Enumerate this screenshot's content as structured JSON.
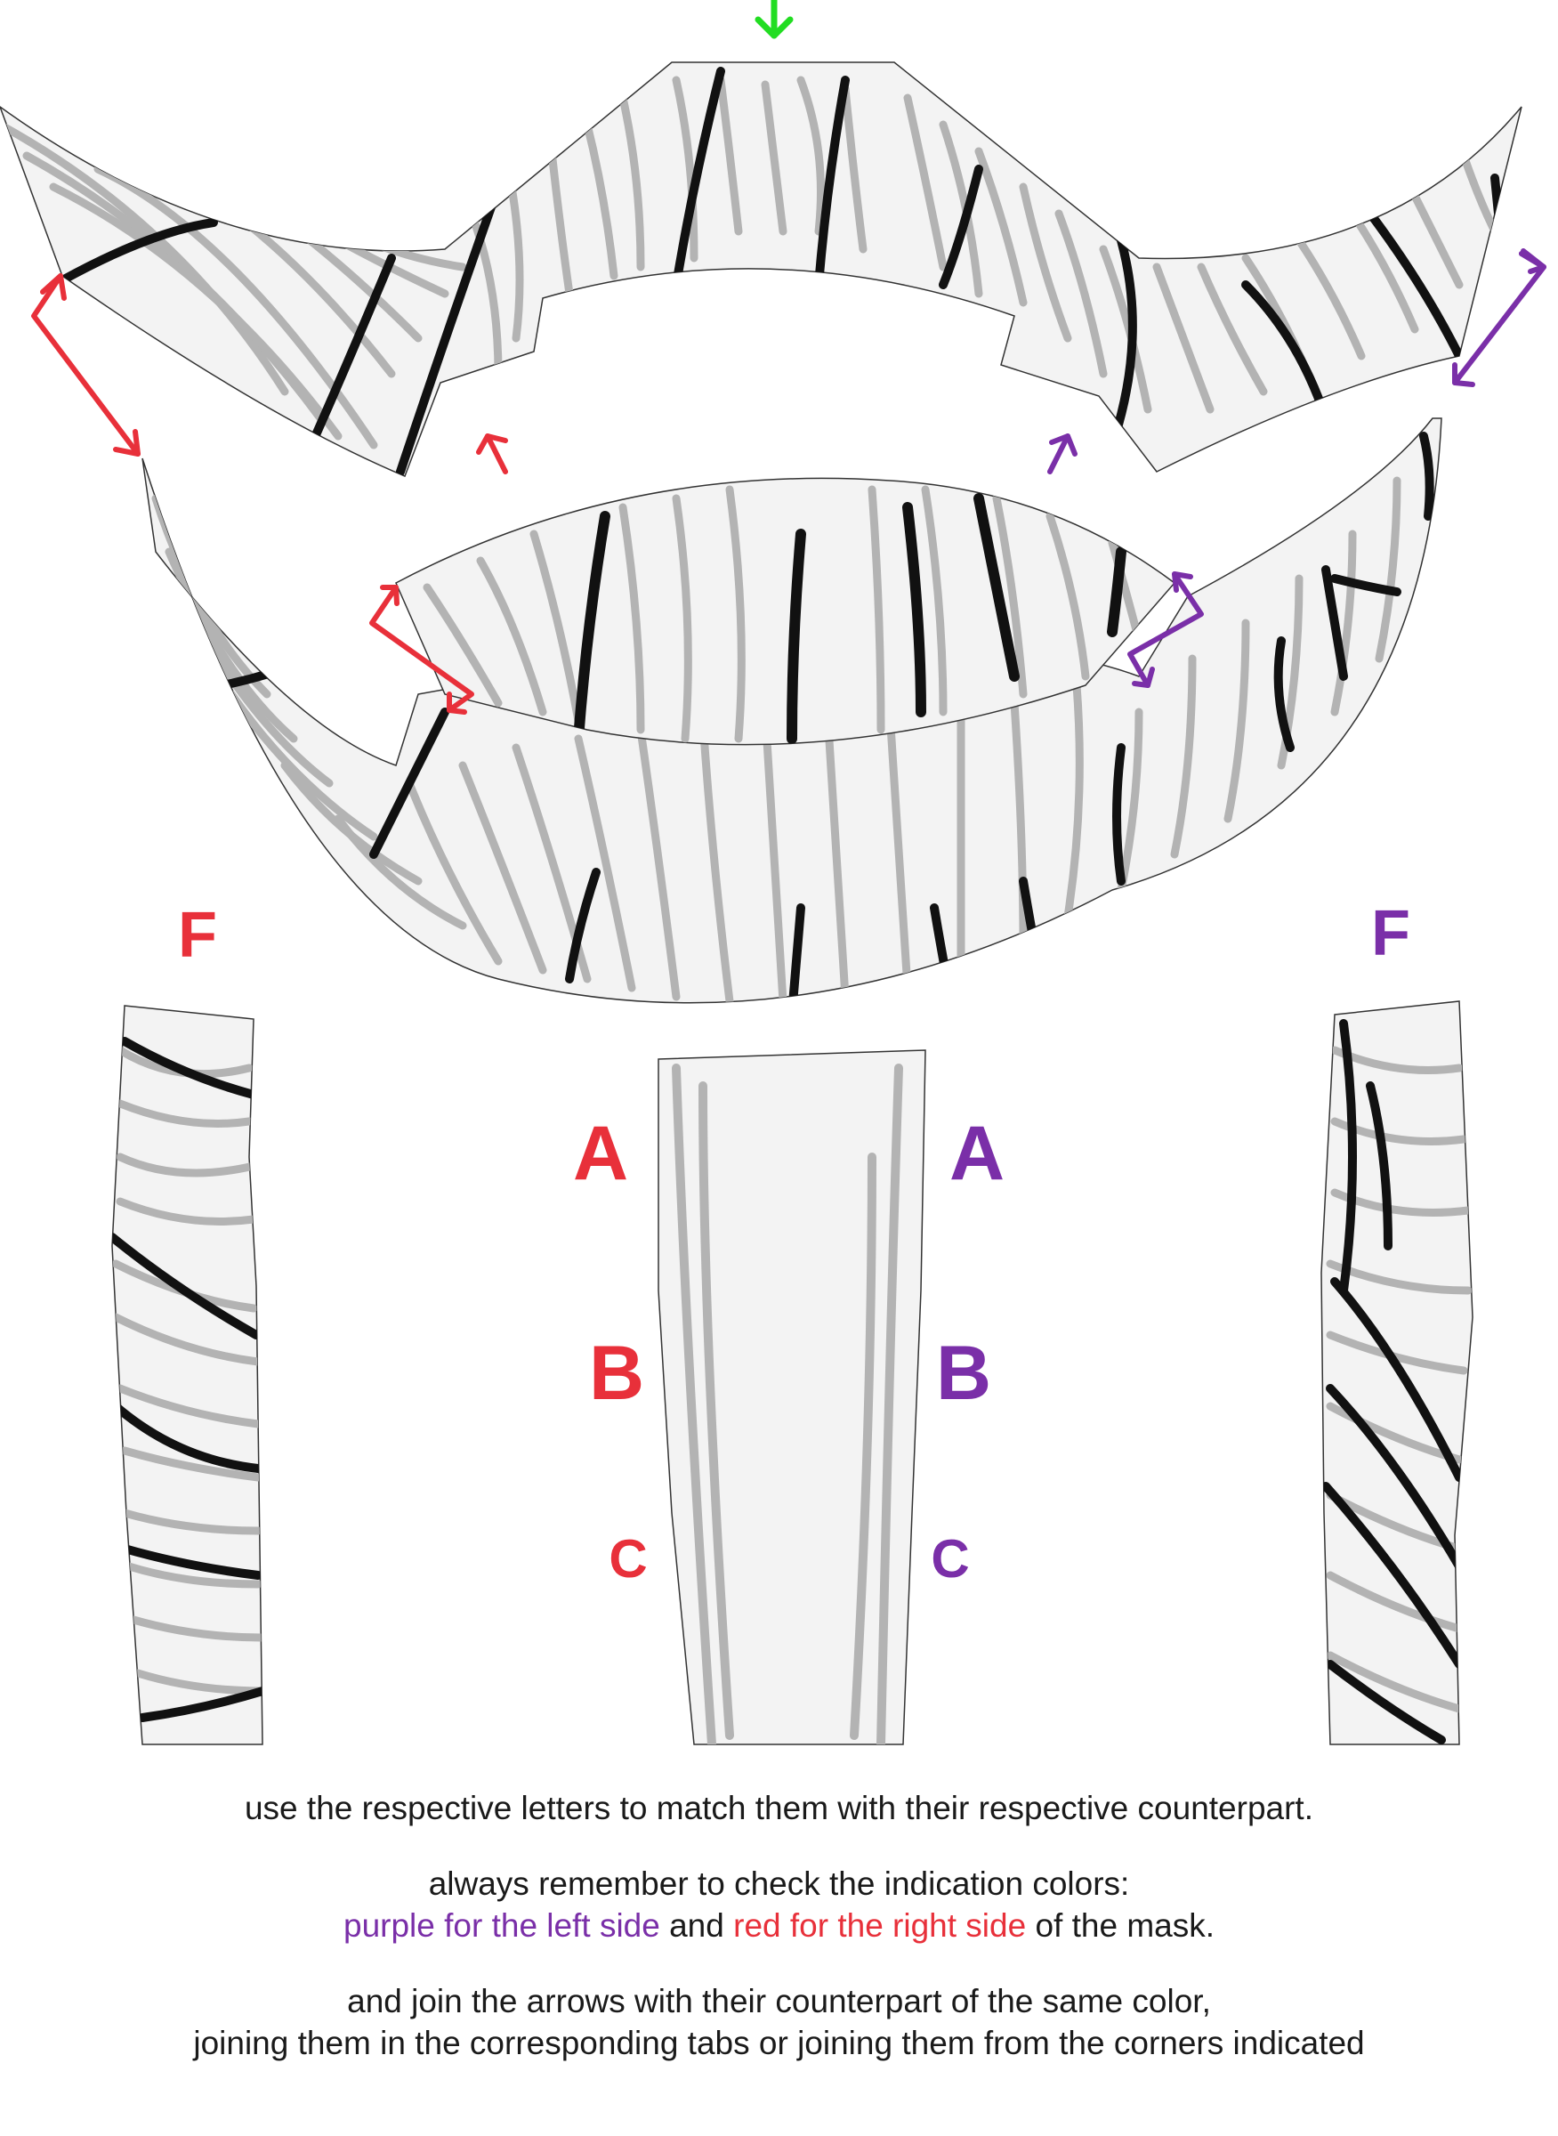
{
  "colors": {
    "purple": "#7a2fa8",
    "red": "#e8303a",
    "green": "#22dd22",
    "stripe_gray": "#b3b3b3",
    "stripe_black": "#111111"
  },
  "labels": {
    "f_left": "F",
    "f_right": "F",
    "a_left": "A",
    "a_right": "A",
    "b_left": "B",
    "b_right": "B",
    "c_left": "C",
    "c_right": "C"
  },
  "instructions": {
    "line1": "use the respective letters to match them with their respective counterpart.",
    "line2": "always remember to check the indication colors:",
    "line3_purple": "purple for the left side",
    "line3_and": " and ",
    "line3_red": "red for the right side",
    "line3_end": " of the mask.",
    "line4": "and join the arrows with their counterpart of the same color,",
    "line5": "joining them in the corresponding tabs or joining them from the corners indicated"
  }
}
